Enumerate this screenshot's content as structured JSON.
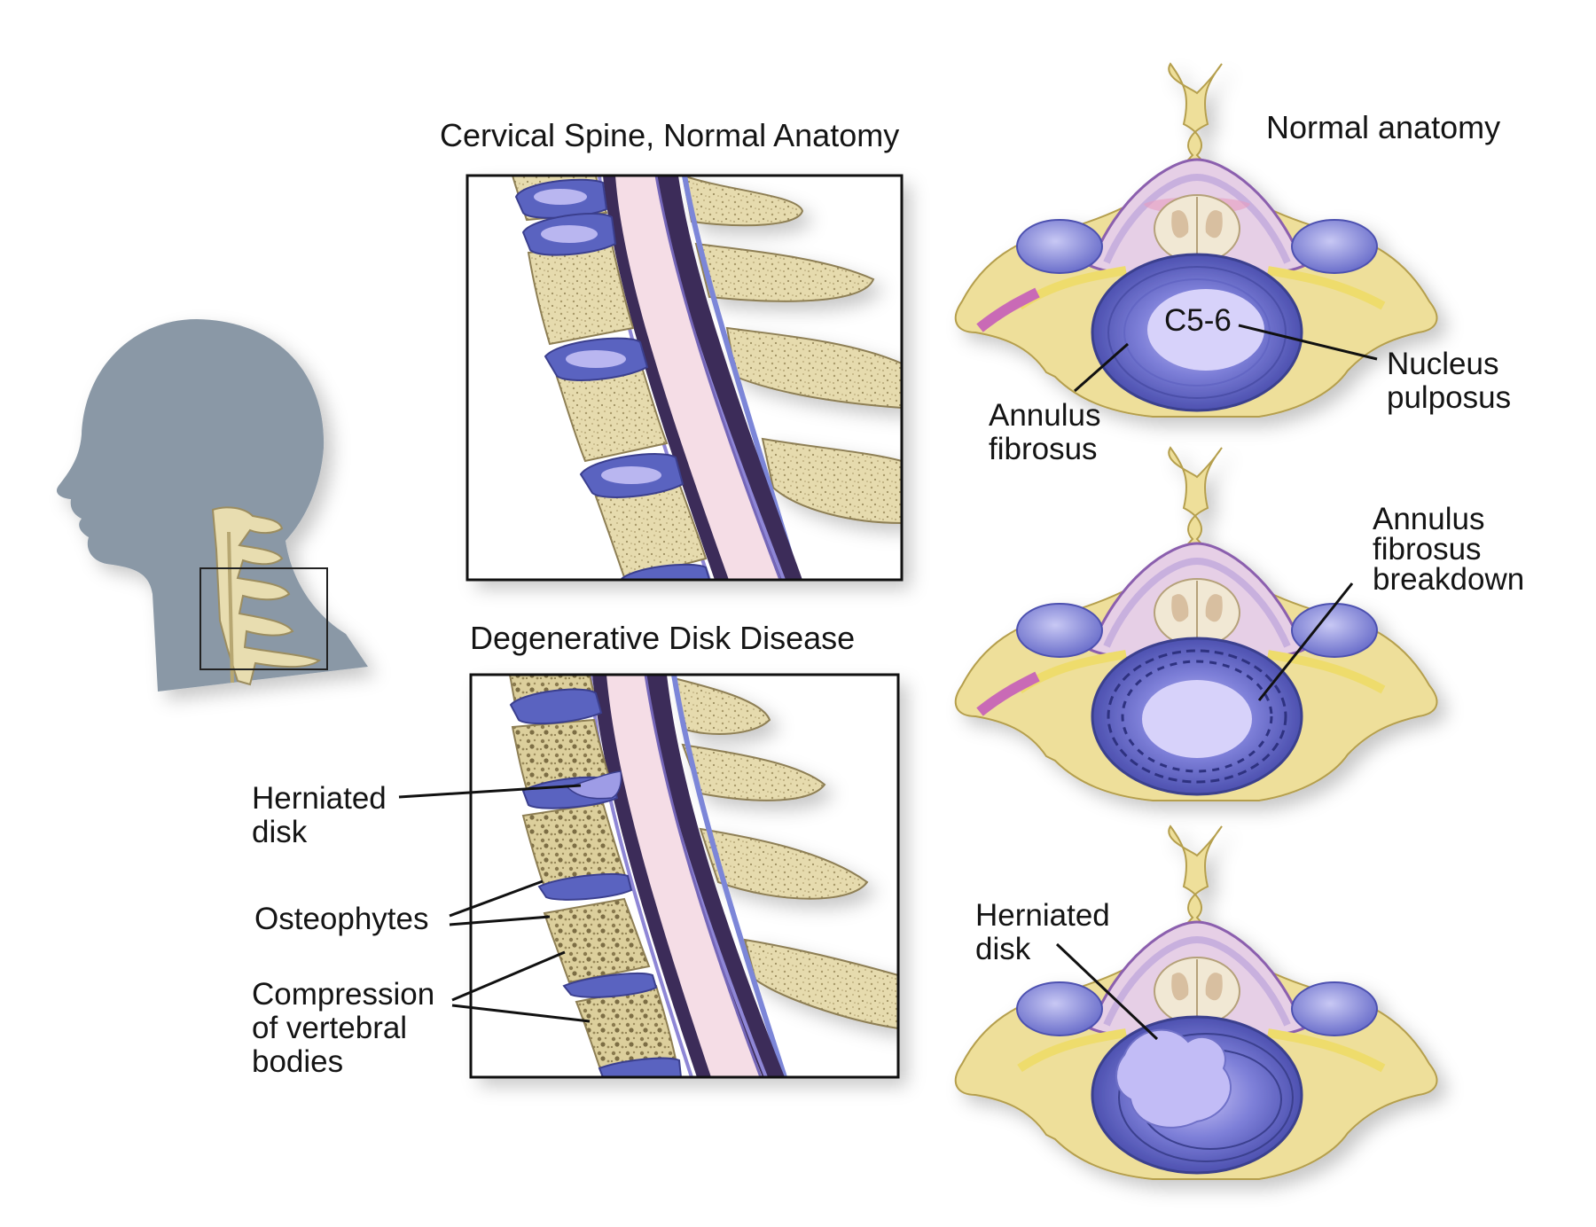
{
  "titles": {
    "normal": "Cervical Spine, Normal Anatomy",
    "degenerative": "Degenerative Disk Disease",
    "normal_anatomy": "Normal anatomy"
  },
  "labels": {
    "c56": "C5-6",
    "nucleus_1": "Nucleus",
    "nucleus_2": "pulposus",
    "annulus_1": "Annulus",
    "annulus_2": "fibrosus",
    "breakdown_1": "Annulus",
    "breakdown_2": "fibrosus",
    "breakdown_3": "breakdown",
    "herniated_axial_1": "Herniated",
    "herniated_axial_2": "disk",
    "herniated_1": "Herniated",
    "herniated_2": "disk",
    "osteophytes": "Osteophytes",
    "compression_1": "Compression",
    "compression_2": "of vertebral",
    "compression_3": "bodies"
  },
  "colors": {
    "bone": "#E8DDB0",
    "bone_dark": "#B7A772",
    "disk": "#5A63C0",
    "disk_light": "#B9B6F0",
    "cord": "#F5DDE6",
    "dura": "#3C2C59",
    "silhouette": "#8A99A6",
    "nerve": "#EEDC6C"
  }
}
